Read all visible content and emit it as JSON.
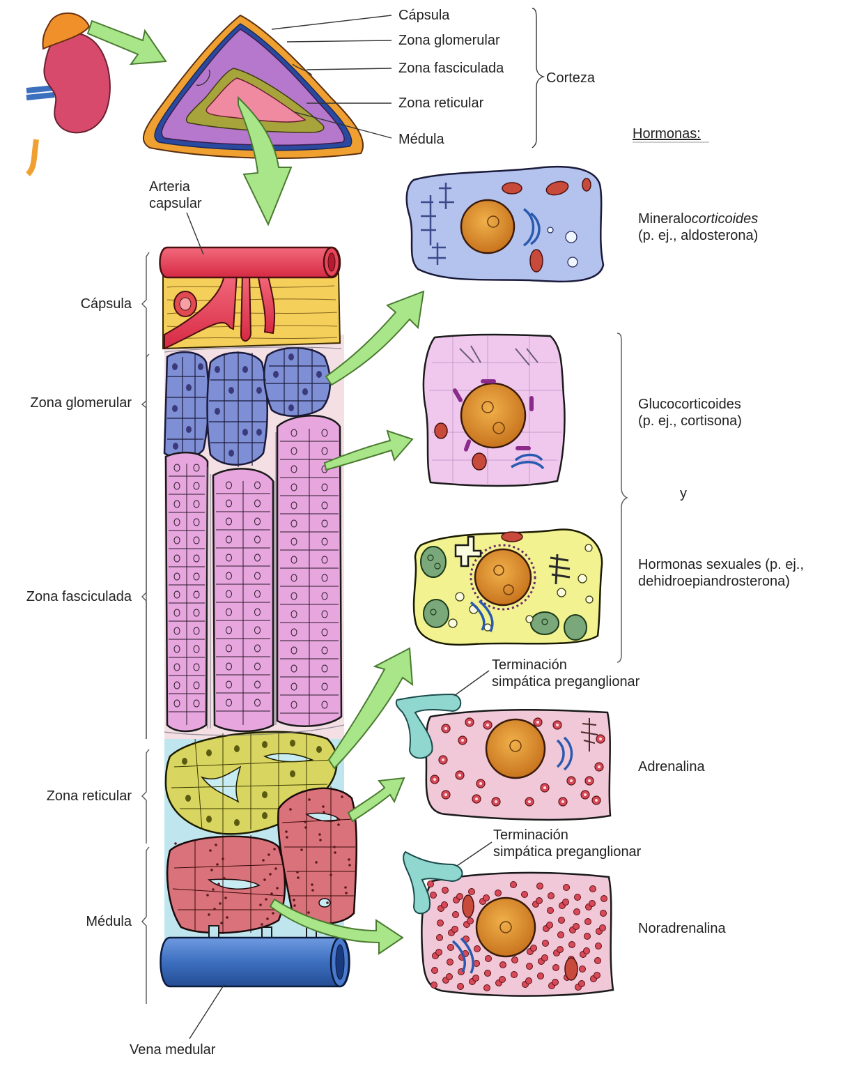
{
  "gland_section": {
    "labels": {
      "capsula": "Cápsula",
      "zona_glomerular": "Zona glomerular",
      "zona_fasciculada": "Zona fasciculada",
      "zona_reticular": "Zona reticular",
      "medula": "Médula"
    },
    "bracket_label": "Corteza"
  },
  "column": {
    "top_vessel": {
      "line1": "Arteria",
      "line2": "capsular"
    },
    "bottom_vessel": "Vena medular",
    "zones": {
      "capsula": "Cápsula",
      "zona_glomerular": "Zona glomerular",
      "zona_fasciculada": "Zona fasciculada",
      "zona_reticular": "Zona reticular",
      "medula": "Médula"
    }
  },
  "hormones": {
    "header": "Hormonas:",
    "mineralo": {
      "line1_plain": "Mineralo",
      "line1_italic": "corticoides",
      "line2": "(p. ej., aldosterona)"
    },
    "gluco": {
      "line1": "Glucocorticoides",
      "line2": "(p. ej., cortisona)"
    },
    "y": "y",
    "sexual": {
      "line1": "Hormonas sexuales (p. ej.,",
      "line2": "dehidroepiandrosterona)"
    },
    "adrenalina": "Adrenalina",
    "noradrenalina": "Noradrenalina"
  },
  "nerve_labels": {
    "first": {
      "line1": "Terminación",
      "line2": "simpática preganglionar"
    },
    "second": {
      "line1": "Terminación",
      "line2": "simpática preganglionar"
    }
  },
  "colors": {
    "capsule_orange": "#f0a030",
    "capsule_yellow": "#f4cf5a",
    "artery_red": "#e23a52",
    "glomerular_blue": "#7f8fd6",
    "fasciculada_pink": "#e7a6de",
    "reticular_yellow": "#d8d660",
    "medulla_red": "#d9727a",
    "vein_blue": "#3d6fbf",
    "arrow_green": "#a9e68a",
    "nucleus_orange": "#d98a28",
    "nerve_teal": "#8fd7cf"
  }
}
